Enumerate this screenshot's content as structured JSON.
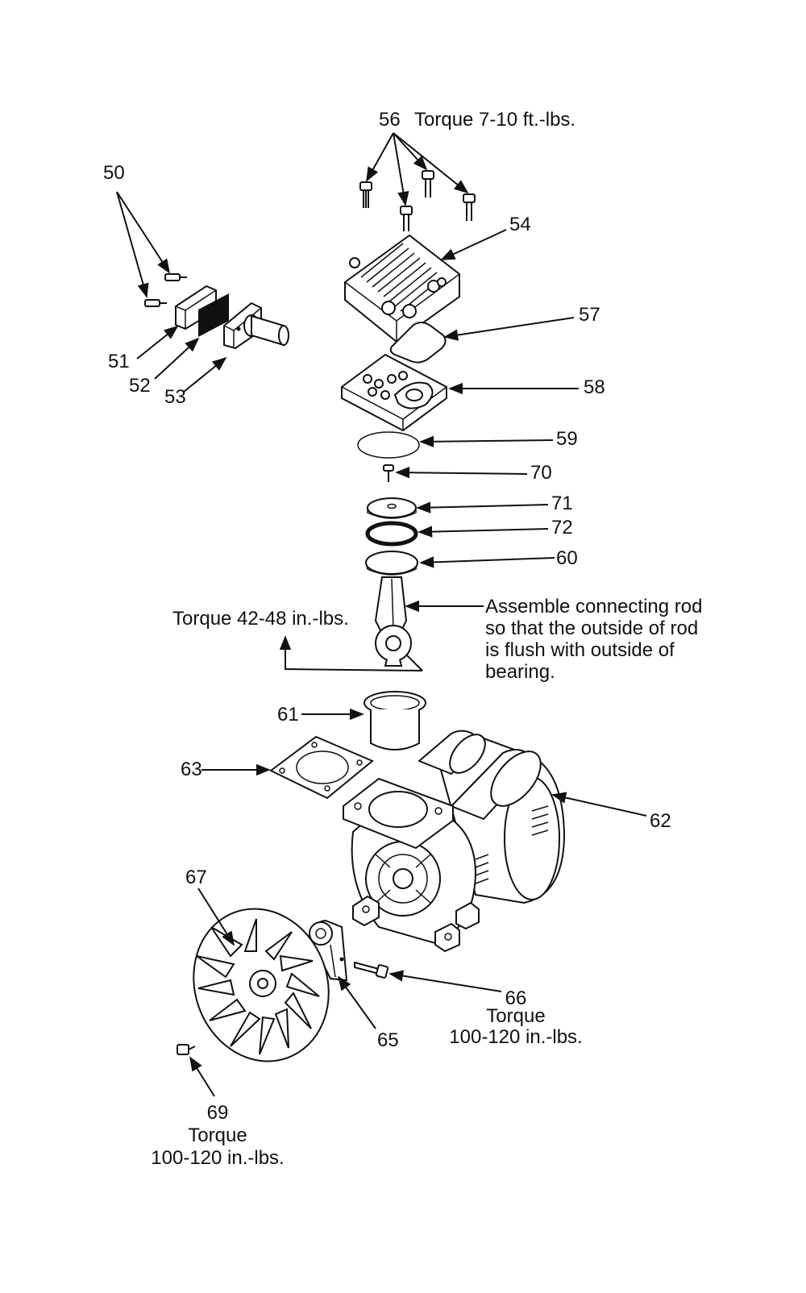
{
  "callouts": {
    "c50": "50",
    "c51": "51",
    "c52": "52",
    "c53": "53",
    "c54": "54",
    "c56": "56",
    "c57": "57",
    "c58": "58",
    "c59": "59",
    "c60": "60",
    "c61": "61",
    "c62": "62",
    "c63": "63",
    "c65": "65",
    "c66": "66",
    "c67": "67",
    "c69": "69",
    "c70": "70",
    "c71": "71",
    "c72": "72"
  },
  "notes": {
    "torque_56": "Torque  7-10 ft.-lbs.",
    "torque_rod": "Torque  42-48 in.-lbs.",
    "assemble_line1": "Assemble connecting rod",
    "assemble_line2": "so that the outside of rod",
    "assemble_line3": "is flush with outside of",
    "assemble_line4": "bearing.",
    "torque_66_title": "Torque",
    "torque_66_value": "100-120 in.-lbs.",
    "torque_69_title": "Torque",
    "torque_69_value": "100-120 in.-lbs."
  }
}
